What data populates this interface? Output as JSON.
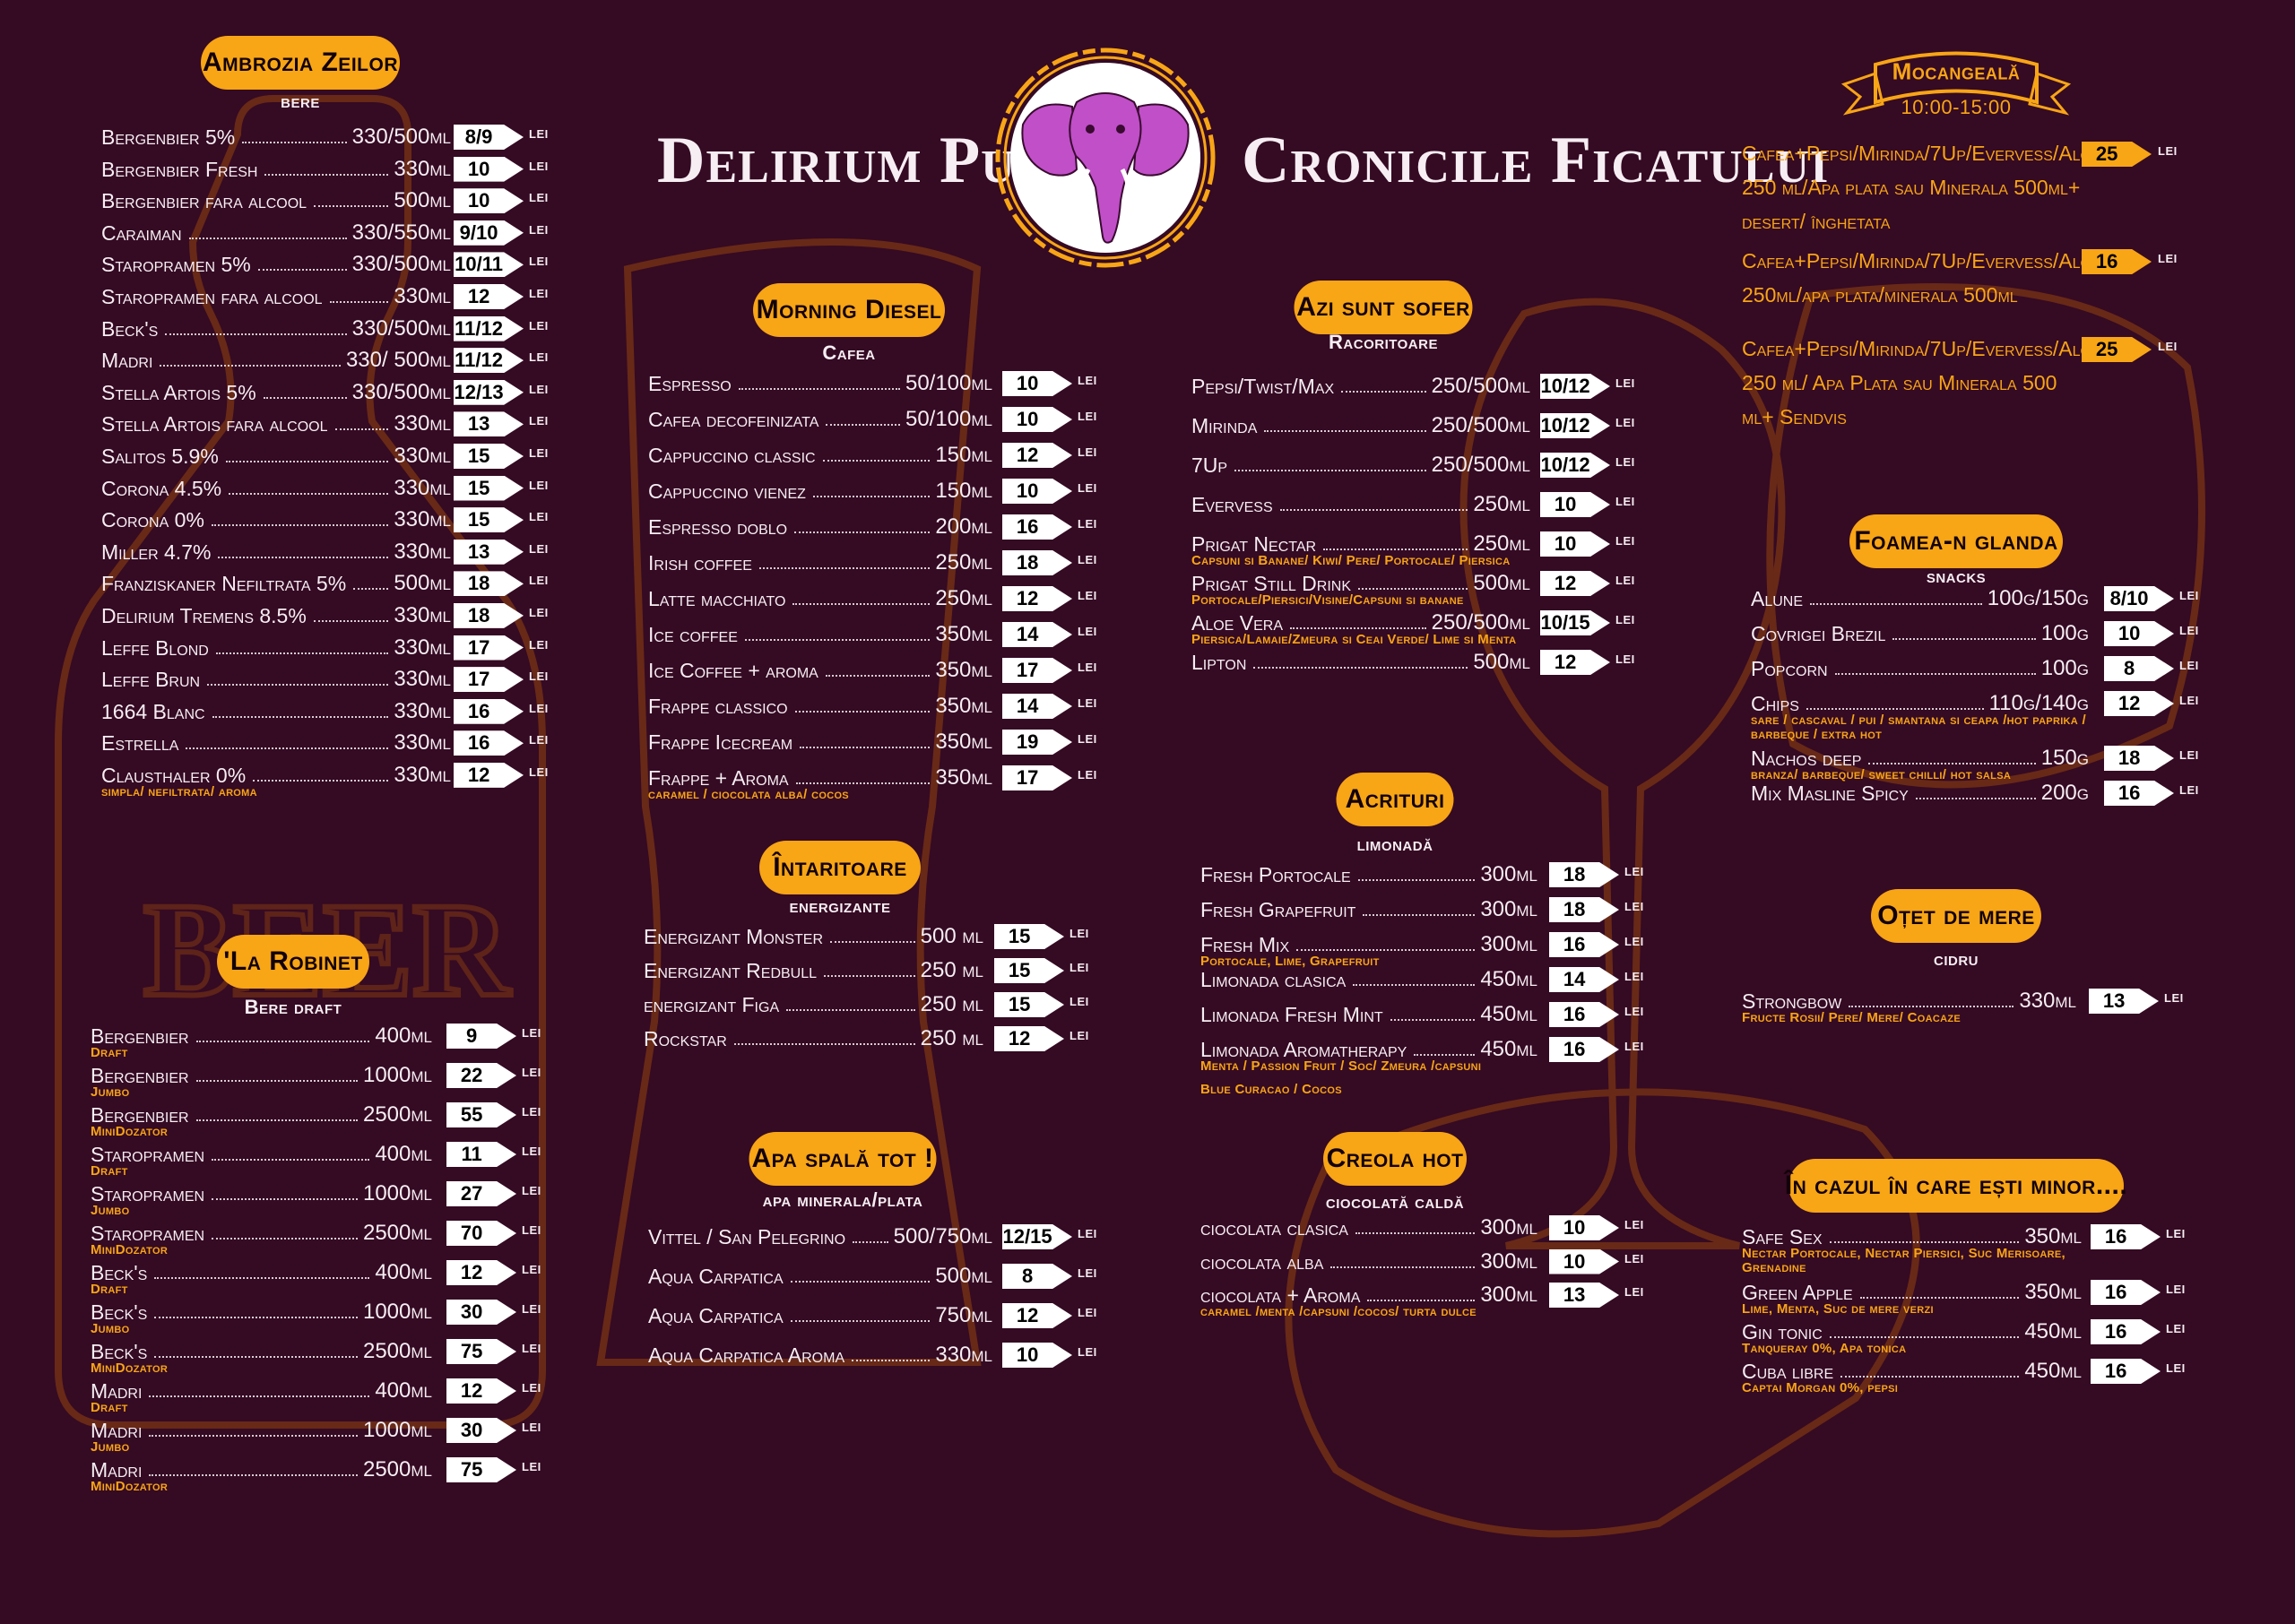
{
  "header": {
    "title_left": "Delirium Pub",
    "title_right": "Cronicile Ficatului"
  },
  "currency": "LEI",
  "colors": {
    "background": "#350a23",
    "accent": "#f8a516",
    "text": "#f6eef3",
    "sketch": "#7a3414"
  },
  "sections": {
    "ambrozia": {
      "title": "Ambrozia Zeilor",
      "subtitle": "bere",
      "items": [
        {
          "name": "Bergenbier 5%",
          "volume": "330/500ml",
          "price": "8/9"
        },
        {
          "name": "Bergenbier Fresh",
          "volume": "330ml",
          "price": "10"
        },
        {
          "name": "Bergenbier fara alcool",
          "volume": "500ml",
          "price": "10"
        },
        {
          "name": "Caraiman",
          "volume": "330/550ml",
          "price": "9/10"
        },
        {
          "name": "Staropramen 5%",
          "volume": "330/500ml",
          "price": "10/11"
        },
        {
          "name": "Staropramen fara alcool",
          "volume": "330ml",
          "price": "12"
        },
        {
          "name": "Beck's",
          "volume": "330/500ml",
          "price": "11/12"
        },
        {
          "name": "Madri",
          "volume": "330/ 500ml",
          "price": "11/12"
        },
        {
          "name": "Stella Artois 5%",
          "volume": "330/500ml",
          "price": "12/13"
        },
        {
          "name": "Stella Artois fara alcool",
          "volume": "330ml",
          "price": "13"
        },
        {
          "name": "Salitos 5.9%",
          "volume": "330ml",
          "price": "15"
        },
        {
          "name": "Corona 4.5%",
          "volume": "330ml",
          "price": "15"
        },
        {
          "name": "Corona 0%",
          "volume": "330ml",
          "price": "15"
        },
        {
          "name": "Miller 4.7%",
          "volume": "330ml",
          "price": "13"
        },
        {
          "name": "Franziskaner Nefiltrata 5%",
          "volume": "500ml",
          "price": "18"
        },
        {
          "name": "Delirium Tremens 8.5%",
          "volume": "330ml",
          "price": "18"
        },
        {
          "name": "Leffe Blond",
          "volume": "330ml",
          "price": "17"
        },
        {
          "name": "Leffe Brun",
          "volume": "330ml",
          "price": "17"
        },
        {
          "name": "1664 Blanc",
          "volume": "330ml",
          "price": "16"
        },
        {
          "name": "Estrella",
          "volume": "330ml",
          "price": "16"
        },
        {
          "name": "Clausthaler 0%",
          "volume": "330ml",
          "price": "12",
          "note": "simpla/ nefiltrata/ aroma"
        }
      ]
    },
    "robinet": {
      "title": "'La Robinet",
      "subtitle": "Bere draft",
      "items": [
        {
          "name": "Bergenbier",
          "volume": "400ml",
          "price": "9",
          "note": "Draft"
        },
        {
          "name": "Bergenbier",
          "volume": "1000ml",
          "price": "22",
          "note": "Jumbo"
        },
        {
          "name": "Bergenbier",
          "volume": "2500ml",
          "price": "55",
          "note": "MiniDozator"
        },
        {
          "name": "Staropramen",
          "volume": "400ml",
          "price": "11",
          "note": "Draft"
        },
        {
          "name": "Staropramen",
          "volume": "1000ml",
          "price": "27",
          "note": "Jumbo"
        },
        {
          "name": "Staropramen",
          "volume": "2500ml",
          "price": "70",
          "note": "MiniDozator"
        },
        {
          "name": "Beck's",
          "volume": "400ml",
          "price": "12",
          "note": "Draft"
        },
        {
          "name": "Beck's",
          "volume": "1000ml",
          "price": "30",
          "note": "Jumbo"
        },
        {
          "name": "Beck's",
          "volume": "2500ml",
          "price": "75",
          "note": "MiniDozator"
        },
        {
          "name": "Madri",
          "volume": "400ml",
          "price": "12",
          "note": "Draft"
        },
        {
          "name": "Madri",
          "volume": "1000ml",
          "price": "30",
          "note": "Jumbo"
        },
        {
          "name": "Madri",
          "volume": "2500ml",
          "price": "75",
          "note": "MiniDozator"
        }
      ]
    },
    "morning": {
      "title": "Morning Diesel",
      "subtitle": "Cafea",
      "items": [
        {
          "name": "Espresso",
          "volume": "50/100ml",
          "price": "10"
        },
        {
          "name": "Cafea decofeinizata",
          "volume": "50/100ml",
          "price": "10"
        },
        {
          "name": "Cappuccino classic",
          "volume": "150ml",
          "price": "12"
        },
        {
          "name": "Cappuccino vienez",
          "volume": "150ml",
          "price": "10"
        },
        {
          "name": "Espresso doblo",
          "volume": "200ml",
          "price": "16"
        },
        {
          "name": "Irish coffee",
          "volume": "250ml",
          "price": "18"
        },
        {
          "name": "Latte macchiato",
          "volume": "250ml",
          "price": "12"
        },
        {
          "name": "Ice coffee",
          "volume": "350ml",
          "price": "14"
        },
        {
          "name": "Ice Coffee + aroma",
          "volume": "350ml",
          "price": "17"
        },
        {
          "name": "Frappe classico",
          "volume": "350ml",
          "price": "14"
        },
        {
          "name": "Frappe Icecream",
          "volume": "350ml",
          "price": "19"
        },
        {
          "name": "Frappe + Aroma",
          "volume": "350ml",
          "price": "17",
          "note": "caramel / ciocolata alba/ cocos"
        }
      ]
    },
    "intaritoare": {
      "title": "Întaritoare",
      "subtitle": "energizante",
      "items": [
        {
          "name": "Energizant Monster",
          "volume": "500 ml",
          "price": "15"
        },
        {
          "name": "Energizant Redbull",
          "volume": "250 ml",
          "price": "15"
        },
        {
          "name": "energizant Figa",
          "volume": "250 ml",
          "price": "15"
        },
        {
          "name": "Rockstar",
          "volume": "250 ml",
          "price": "12"
        }
      ]
    },
    "apa": {
      "title": "Apa spală tot !",
      "subtitle": "apa minerala/plata",
      "items": [
        {
          "name": "Vittel / San Pelegrino",
          "volume": "500/750ml",
          "price": "12/15"
        },
        {
          "name": "Aqua Carpatica",
          "volume": "500ml",
          "price": "8"
        },
        {
          "name": "Aqua Carpatica",
          "volume": "750ml",
          "price": "12"
        },
        {
          "name": "Aqua Carpatica Aroma",
          "volume": "330ml",
          "price": "10"
        }
      ]
    },
    "azi": {
      "title": "Azi sunt sofer",
      "subtitle": "Racoritoare",
      "items": [
        {
          "name": "Pepsi/Twist/Max",
          "volume": "250/500ml",
          "price": "10/12"
        },
        {
          "name": "Mirinda",
          "volume": "250/500ml",
          "price": "10/12"
        },
        {
          "name": "7Up",
          "volume": "250/500ml",
          "price": "10/12"
        },
        {
          "name": "Evervess",
          "volume": "250ml",
          "price": "10"
        },
        {
          "name": "Prigat Nectar",
          "volume": "250ml",
          "price": "10",
          "note": "Capsuni si Banane/ Kiwi/ Pere/ Portocale/ Piersica"
        },
        {
          "name": "Prigat Still Drink",
          "volume": "500ml",
          "price": "12",
          "note": "Portocale/Piersici/Visine/Capsuni si banane"
        },
        {
          "name": "Aloe Vera",
          "volume": "250/500ml",
          "price": "10/15",
          "note": "Piersica/Lamaie/Zmeura si Ceai Verde/ Lime si Menta"
        },
        {
          "name": "Lipton",
          "volume": "500ml",
          "price": "12"
        }
      ]
    },
    "acrituri": {
      "title": "Acrituri",
      "subtitle": "limonadă",
      "items": [
        {
          "name": "Fresh Portocale",
          "volume": "300ml",
          "price": "18"
        },
        {
          "name": "Fresh Grapefruit",
          "volume": "300ml",
          "price": "18"
        },
        {
          "name": "Fresh Mix",
          "volume": "300ml",
          "price": "16",
          "note": "Portocale, Lime, Grapefruit"
        },
        {
          "name": "Limonada clasica",
          "volume": "450ml",
          "price": "14"
        },
        {
          "name": "Limonada Fresh Mint",
          "volume": "450ml",
          "price": "16"
        },
        {
          "name": "Limonada Aromatherapy",
          "volume": "450ml",
          "price": "16",
          "note": "Menta / Passion Fruit / Soc/ Zmeura /capsuni",
          "note2": "Blue Curacao / Cocos"
        }
      ]
    },
    "creola": {
      "title": "Creola hot",
      "subtitle": "ciocolată caldă",
      "items": [
        {
          "name": "ciocolata clasica",
          "volume": "300ml",
          "price": "10"
        },
        {
          "name": "ciocolata alba",
          "volume": "300ml",
          "price": "10"
        },
        {
          "name": "ciocolata + Aroma",
          "volume": "300ml",
          "price": "13",
          "note": "caramel /menta /capsuni /cocos/ turta dulce"
        }
      ]
    },
    "mocangeala": {
      "title": "Mocangeală",
      "hours": "10:00-15:00",
      "items": [
        {
          "text": "Cafea+Pepsi/Mirinda/7Up/Evervess/Aloe-250 ml/Apa plata sau Minerala 500ml+ desert/ înghetata",
          "price": "25"
        },
        {
          "text": "Cafea+Pepsi/Mirinda/7Up/Evervess/Aloe-250ml/apa plata/minerala 500ml",
          "price": "16"
        },
        {
          "text": "Cafea+Pepsi/Mirinda/7Up/Evervess/Aloe-250 ml/ Apa Plata sau Minerala 500 ml+ Sendvis",
          "price": "25"
        }
      ]
    },
    "foamea": {
      "title": "Foamea-n glanda",
      "subtitle": "snacks",
      "items": [
        {
          "name": "Alune",
          "volume": "100g/150g",
          "price": "8/10"
        },
        {
          "name": "Covrigei Brezil",
          "volume": "100g",
          "price": "10"
        },
        {
          "name": "Popcorn",
          "volume": "100g",
          "price": "8"
        },
        {
          "name": "Chips",
          "volume": "110g/140g",
          "price": "12",
          "note": "sare / cascaval / pui / smantana si ceapa /hot paprika / barbeque / extra hot",
          "wrap": true
        },
        {
          "name": "Nachos deep",
          "volume": "150g",
          "price": "18",
          "note": "branza/ barbeque/ sweet chilli/ hot salsa"
        },
        {
          "name": "Mix Masline Spicy",
          "volume": "200g",
          "price": "16"
        }
      ]
    },
    "otet": {
      "title": "Oțet de mere",
      "subtitle": "cidru",
      "items": [
        {
          "name": "Strongbow",
          "volume": "330ml",
          "price": "13",
          "note": "Fructe Rosii/ Pere/ Mere/ Coacaze"
        }
      ]
    },
    "minor": {
      "title": "În cazul în care ești minor....",
      "items": [
        {
          "name": "Safe Sex",
          "volume": "350ml",
          "price": "16",
          "note": "Nectar Portocale, Nectar Piersici, Suc Merisoare, Grenadine",
          "wrap": true
        },
        {
          "name": "Green Apple",
          "volume": "350ml",
          "price": "16",
          "note": "Lime, Menta, Suc de mere verzi"
        },
        {
          "name": "Gin tonic",
          "volume": "450ml",
          "price": "16",
          "note": "Tanqueray 0%, Apa tonica"
        },
        {
          "name": "Cuba libre",
          "volume": "450ml",
          "price": "16",
          "note": "Captai Morgan 0%, pepsi"
        }
      ]
    }
  }
}
